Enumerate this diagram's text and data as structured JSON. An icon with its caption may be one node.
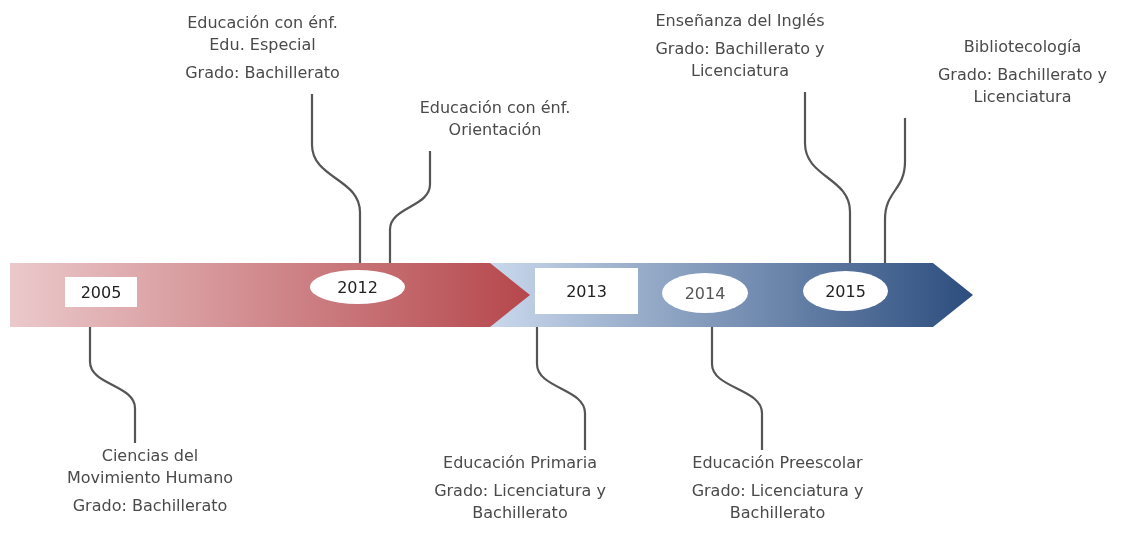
{
  "diagram": {
    "nodes": [
      {
        "text": [
          "Educación con énf. Edu. Especial",
          "Grado: Bachillerato"
        ]
      },
      {
        "text": [
          "Educación con énf. Orientación"
        ]
      },
      {
        "text": [
          "Enseñanza del Inglés",
          "Grado: Bachillerato y Licenciatura"
        ]
      },
      {
        "text": [
          "Bibliotecología",
          "Grado: Bachillerato y Licenciatura"
        ]
      },
      {
        "text": [],
        "shape": "arrow"
      },
      {
        "text": [
          "2005"
        ],
        "in": 4
      },
      {
        "text": [
          "2012"
        ],
        "in": 4
      },
      {
        "text": [],
        "shape": "arrow"
      },
      {
        "text": [
          "2013"
        ],
        "in": 7
      },
      {
        "text": [
          "2014"
        ],
        "in": 7
      },
      {
        "text": [
          "2015"
        ],
        "in": 7
      },
      {
        "text": [
          "Ciencias del Movimiento Humano",
          "Grado: Bachillerato"
        ]
      },
      {
        "text": [
          "Educación Primaria",
          "Grado: Licenciatura y Bachillerato"
        ]
      },
      {
        "text": [
          "Educación Preescolar",
          "Grado: Licenciatura y Bachillerato"
        ]
      }
    ],
    "edges": [
      {
        "from": 0,
        "to": 4,
        "arrow": "none"
      },
      {
        "from": 1,
        "to": 4,
        "arrow": "none"
      },
      {
        "from": 2,
        "to": 7,
        "arrow": "none"
      },
      {
        "from": 3,
        "to": 7,
        "arrow": "none"
      },
      {
        "from": 11,
        "to": 4,
        "arrow": "none"
      },
      {
        "from": 12,
        "to": 7,
        "arrow": "none"
      },
      {
        "from": 13,
        "to": 7,
        "arrow": "none"
      }
    ]
  }
}
